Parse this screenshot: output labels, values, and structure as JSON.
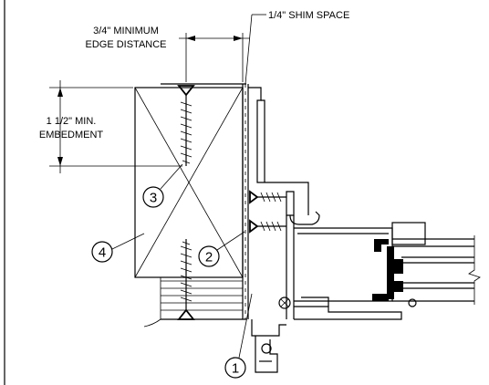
{
  "labels": {
    "edge_distance_line1": "3/4\" MINIMUM",
    "edge_distance_line2": "EDGE DISTANCE",
    "shim_space": "1/4\" SHIM SPACE",
    "embedment_line1": "1 1/2\" MIN.",
    "embedment_line2": "EMBEDMENT"
  },
  "callouts": [
    "1",
    "2",
    "3",
    "4"
  ]
}
